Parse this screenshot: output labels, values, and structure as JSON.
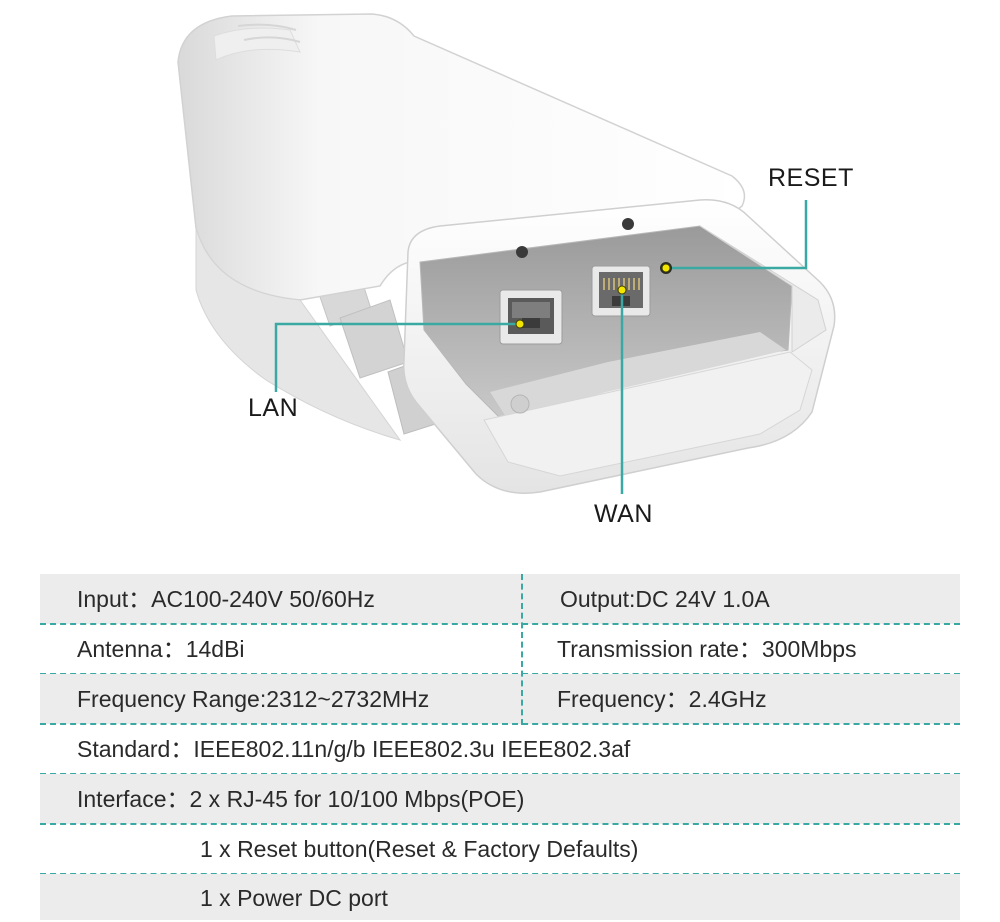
{
  "callouts": {
    "reset": "RESET",
    "lan": "LAN",
    "wan": "WAN"
  },
  "specs": {
    "rows": [
      {
        "left": "Input：AC100-240V  50/60Hz",
        "right": "Output:DC 24V  1.0A"
      },
      {
        "left": "Antenna：14dBi",
        "right": "Transmission rate：300Mbps"
      },
      {
        "left": "Frequency Range:2312~2732MHz",
        "right": "Frequency：2.4GHz"
      },
      {
        "left": "Standard：IEEE802.11n/g/b  IEEE802.3u  IEEE802.3af"
      },
      {
        "left": "Interface：2 x RJ-45 for 10/100 Mbps(POE)"
      },
      {
        "left": "1 x Reset button(Reset & Factory Defaults)"
      },
      {
        "left": "1 x Power DC port"
      }
    ]
  },
  "colors": {
    "accent": "#3aa9a3",
    "row_shade": "#ececec",
    "callout_dot": "#f2e600"
  }
}
